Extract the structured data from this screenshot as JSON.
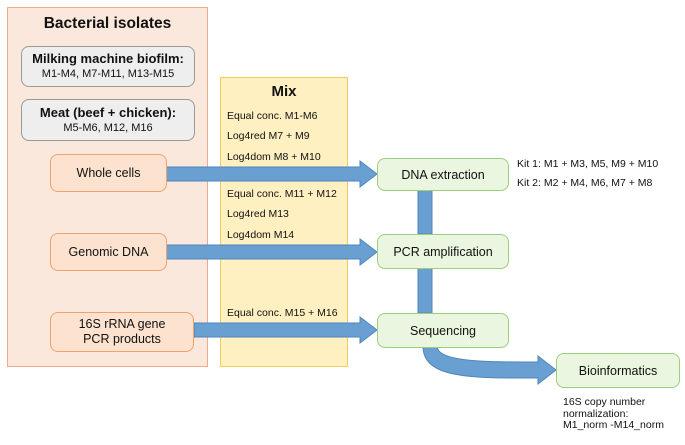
{
  "isolates": {
    "title": "Bacterial isolates",
    "milking": {
      "heading": "Milking machine biofilm:",
      "items": "M1-M4, M7-M11, M13-M15"
    },
    "meat": {
      "heading": "Meat (beef + chicken):",
      "items": "M5-M6, M12, M16"
    }
  },
  "inputs": {
    "whole_cells": "Whole cells",
    "genomic_dna": "Genomic DNA",
    "pcr_line1": "16S rRNA gene",
    "pcr_line2": "PCR products"
  },
  "mix": {
    "title": "Mix",
    "lines": [
      "Equal conc. M1-M6",
      "Log4red M7 + M9",
      "Log4dom M8 + M10",
      "Equal conc. M11 + M12",
      "Log4red M13",
      "Log4dom M14",
      "Equal conc. M15 + M16"
    ]
  },
  "steps": {
    "dna_extraction": "DNA extraction",
    "pcr_amplification": "PCR amplification",
    "sequencing": "Sequencing",
    "bioinformatics": "Bioinformatics"
  },
  "kits": {
    "kit1": "Kit 1: M1 + M3, M5, M9 + M10",
    "kit2": "Kit 2: M2 + M4, M6, M7 + M8"
  },
  "normalization": {
    "line1": "16S copy number",
    "line2": "normalization:",
    "line3": "M1_norm -M14_norm"
  },
  "colors": {
    "arrow_fill": "#6a9fd2",
    "arrow_stroke": "#4f86bd"
  }
}
